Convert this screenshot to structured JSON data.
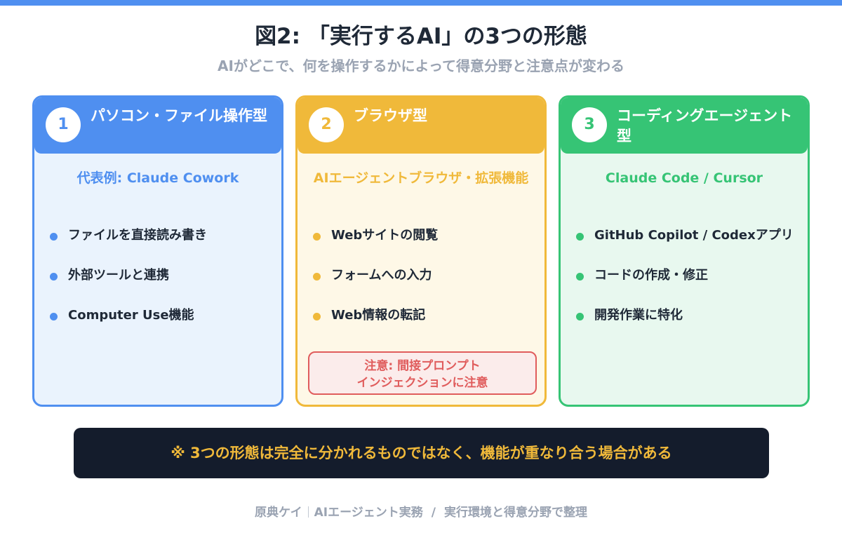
{
  "title": "図2: 「実行するAI」の3つの形態",
  "subtitle": "AIがどこで、何を操作するかによって得意分野と注意点が変わる",
  "colors": {
    "top_bar": "#4f8ff0",
    "card_1": "#4f8ff0",
    "card_2": "#f0b93a",
    "card_3": "#36c475",
    "warning": "#e05c5c",
    "note_bg": "#141c2c",
    "note_text": "#f0b93a"
  },
  "cards": [
    {
      "number": "1",
      "title": "パソコン・ファイル操作型",
      "example": "代表例: Claude Cowork",
      "bullets": [
        "ファイルを直接読み書き",
        "外部ツールと連携",
        "Computer Use機能"
      ]
    },
    {
      "number": "2",
      "title": "ブラウザ型",
      "example": "AIエージェントブラウザ・拡張機能",
      "bullets": [
        "Webサイトの閲覧",
        "フォームへの入力",
        "Web情報の転記"
      ],
      "warning": {
        "line1": "注意: 間接プロンプト",
        "line2": "インジェクションに注意"
      }
    },
    {
      "number": "3",
      "title": "コーディングエージェント型",
      "example": "Claude Code / Cursor",
      "bullets": [
        "GitHub Copilot / Codexアプリ",
        "コードの作成・修正",
        "開発作業に特化"
      ]
    }
  ],
  "note": "※ 3つの形態は完全に分かれるものではなく、機能が重なり合う場合がある",
  "footer": {
    "author": "原典ケイ",
    "publication": "AIエージェント実務",
    "slash": "/",
    "section": "実行環境と得意分野で整理"
  }
}
